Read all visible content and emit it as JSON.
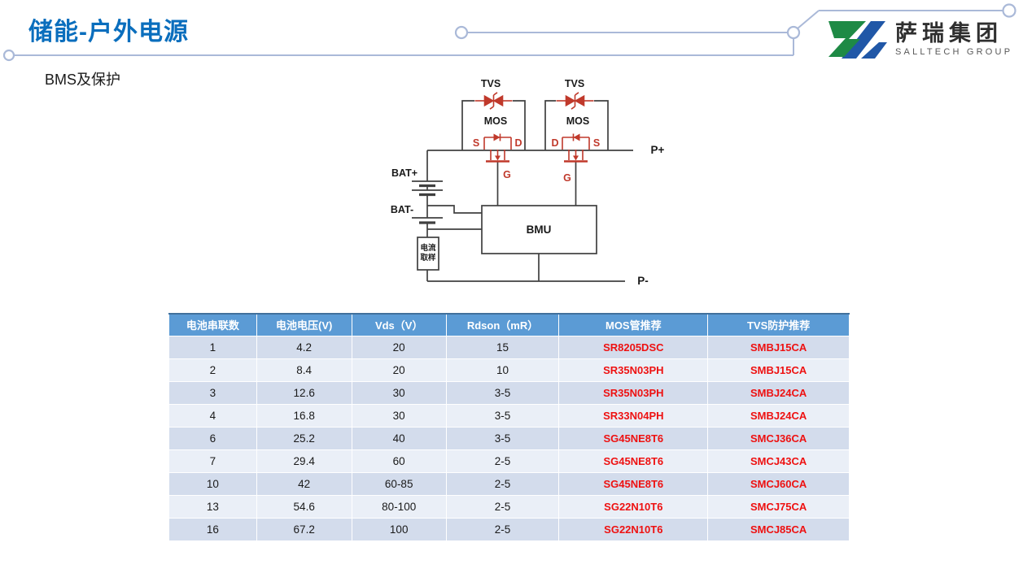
{
  "page": {
    "title": "储能-户外电源",
    "subtitle": "BMS及保护"
  },
  "logo": {
    "company_cn": "萨瑞集团",
    "company_en": "SALLTECH GROUP"
  },
  "circuit": {
    "labels": {
      "tvs": "TVS",
      "mos": "MOS",
      "s": "S",
      "d": "D",
      "g": "G",
      "bat_plus": "BAT+",
      "bat_minus": "BAT-",
      "bmu": "BMU",
      "p_plus": "P+",
      "p_minus": "P-",
      "current_sample_line1": "电流",
      "current_sample_line2": "取样"
    }
  },
  "table": {
    "headers": [
      "电池串联数",
      "电池电压(V)",
      "Vds（V）",
      "Rdson（mR）",
      "MOS管推荐",
      "TVS防护推荐"
    ],
    "col_widths_pct": [
      12.9,
      14.0,
      13.9,
      16.6,
      21.9,
      20.8
    ],
    "rows": [
      [
        "1",
        "4.2",
        "20",
        "15",
        "SR8205DSC",
        "SMBJ15CA"
      ],
      [
        "2",
        "8.4",
        "20",
        "10",
        "SR35N03PH",
        "SMBJ15CA"
      ],
      [
        "3",
        "12.6",
        "30",
        "3-5",
        "SR35N03PH",
        "SMBJ24CA"
      ],
      [
        "4",
        "16.8",
        "30",
        "3-5",
        "SR33N04PH",
        "SMBJ24CA"
      ],
      [
        "6",
        "25.2",
        "40",
        "3-5",
        "SG45NE8T6",
        "SMCJ36CA"
      ],
      [
        "7",
        "29.4",
        "60",
        "2-5",
        "SG45NE8T6",
        "SMCJ43CA"
      ],
      [
        "10",
        "42",
        "60-85",
        "2-5",
        "SG45NE8T6",
        "SMCJ60CA"
      ],
      [
        "13",
        "54.6",
        "80-100",
        "2-5",
        "SG22N10T6",
        "SMCJ75CA"
      ],
      [
        "16",
        "67.2",
        "100",
        "2-5",
        "SG22N10T6",
        "SMCJ85CA"
      ]
    ]
  },
  "colors": {
    "title_blue": "#0a6ebd",
    "connector": "#aab9d8",
    "table_header_bg": "#5b9bd5",
    "table_header_border": "#41719c",
    "band_dark": "#d3dcec",
    "band_light": "#eaeff7",
    "part_red": "#ee1111",
    "circuit_red": "#c0392b",
    "wire": "#404040",
    "logo_green": "#1e8a45",
    "logo_blue": "#2057a7"
  }
}
